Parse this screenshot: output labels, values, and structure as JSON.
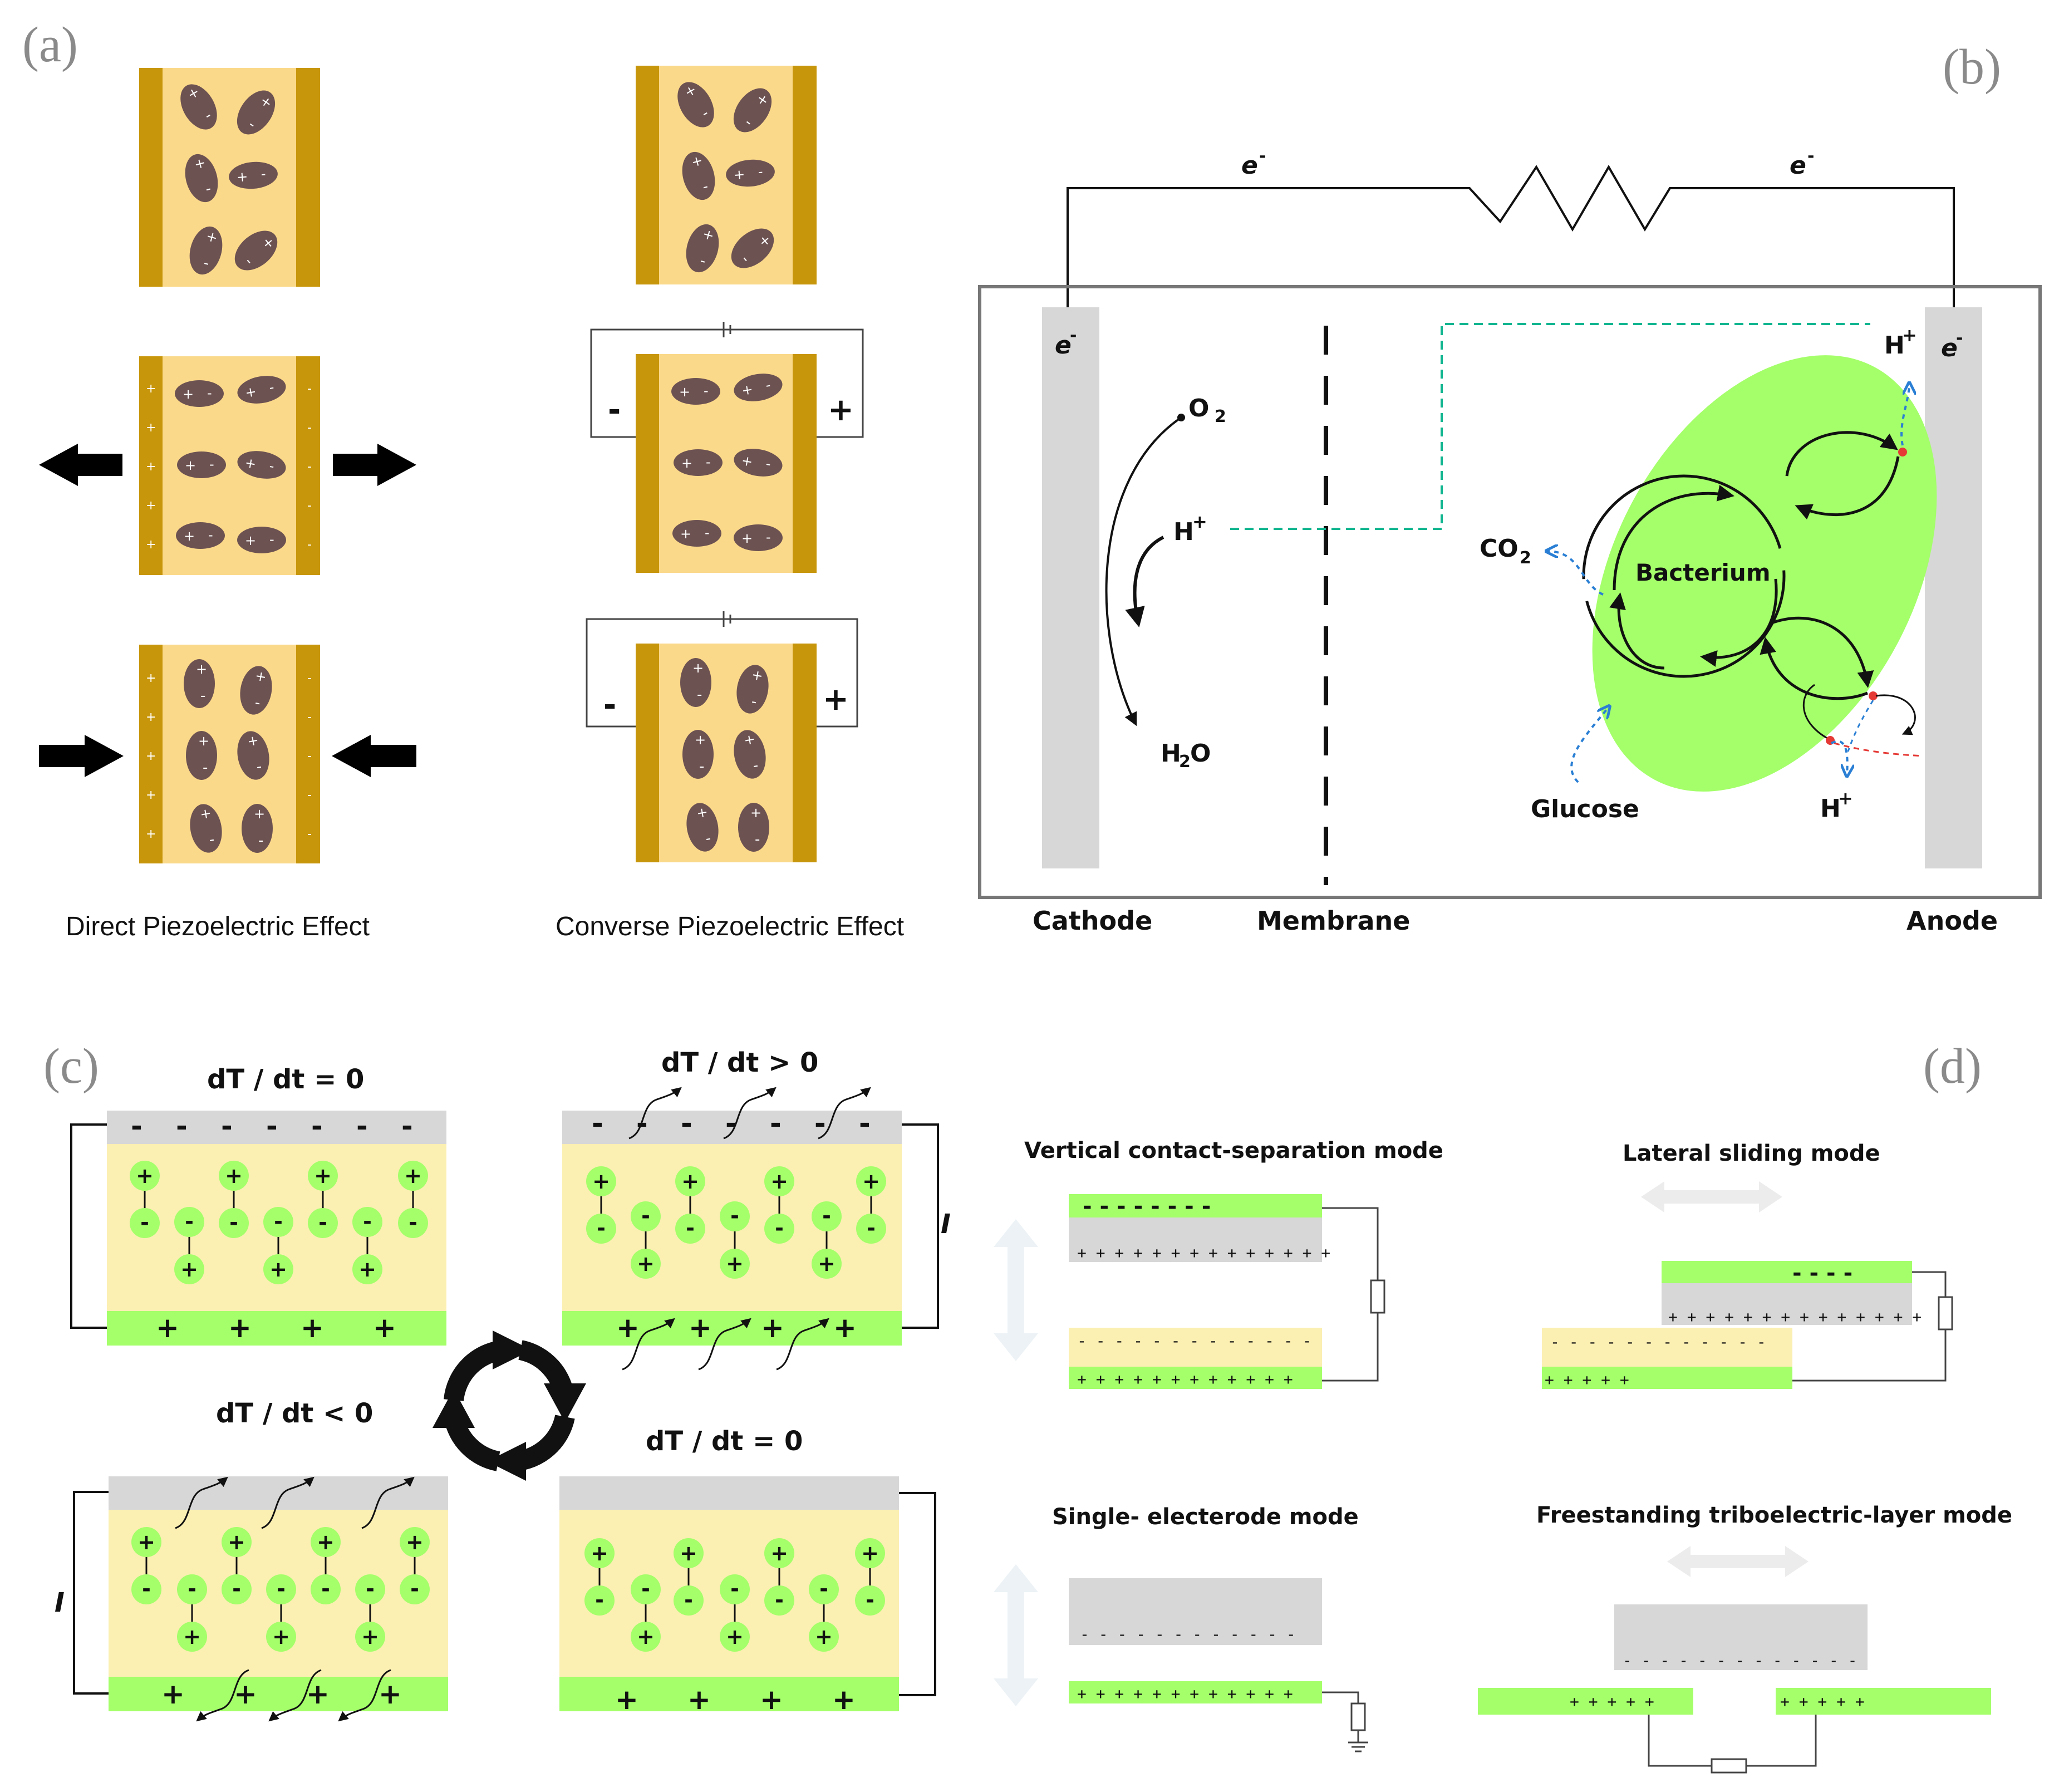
{
  "panels": {
    "a": {
      "letter": "(a)",
      "direct_caption": "Direct Piezoelectric Effect",
      "converse_caption": "Converse Piezoelectric Effect",
      "minus_sign": "-",
      "plus_sign": "+"
    },
    "b": {
      "letter": "(b)",
      "electron": "e",
      "electron_sup": "-",
      "o2": "O",
      "o2_sub": "2",
      "h_plus": "H",
      "plus_sup": "+",
      "h2o_h": "H",
      "h2o_sub": "2",
      "h2o_o": "O",
      "co2": "CO",
      "co2_sub": "2",
      "bacterium": "Bacterium",
      "glucose": "Glucose",
      "cathode": "Cathode",
      "membrane": "Membrane",
      "anode": "Anode"
    },
    "c": {
      "letter": "(c)",
      "state1": "dT / dt = 0",
      "state2": "dT / dt > 0",
      "state3": "dT / dt < 0",
      "state4": "dT / dt = 0",
      "current": "I"
    },
    "d": {
      "letter": "(d)",
      "vertical_mode": "Vertical contact-separation mode",
      "lateral_mode": "Lateral sliding mode",
      "single_mode": "Single- electerode mode",
      "freestanding_mode": "Freestanding triboelectric-layer mode"
    }
  },
  "colors": {
    "electrode": "#c8960a",
    "crystal": "#fbd98a",
    "dipole": "#6d5252",
    "green": "#a4ff6a",
    "yellow": "#fbefb2",
    "gray": "#d7d7d7"
  }
}
